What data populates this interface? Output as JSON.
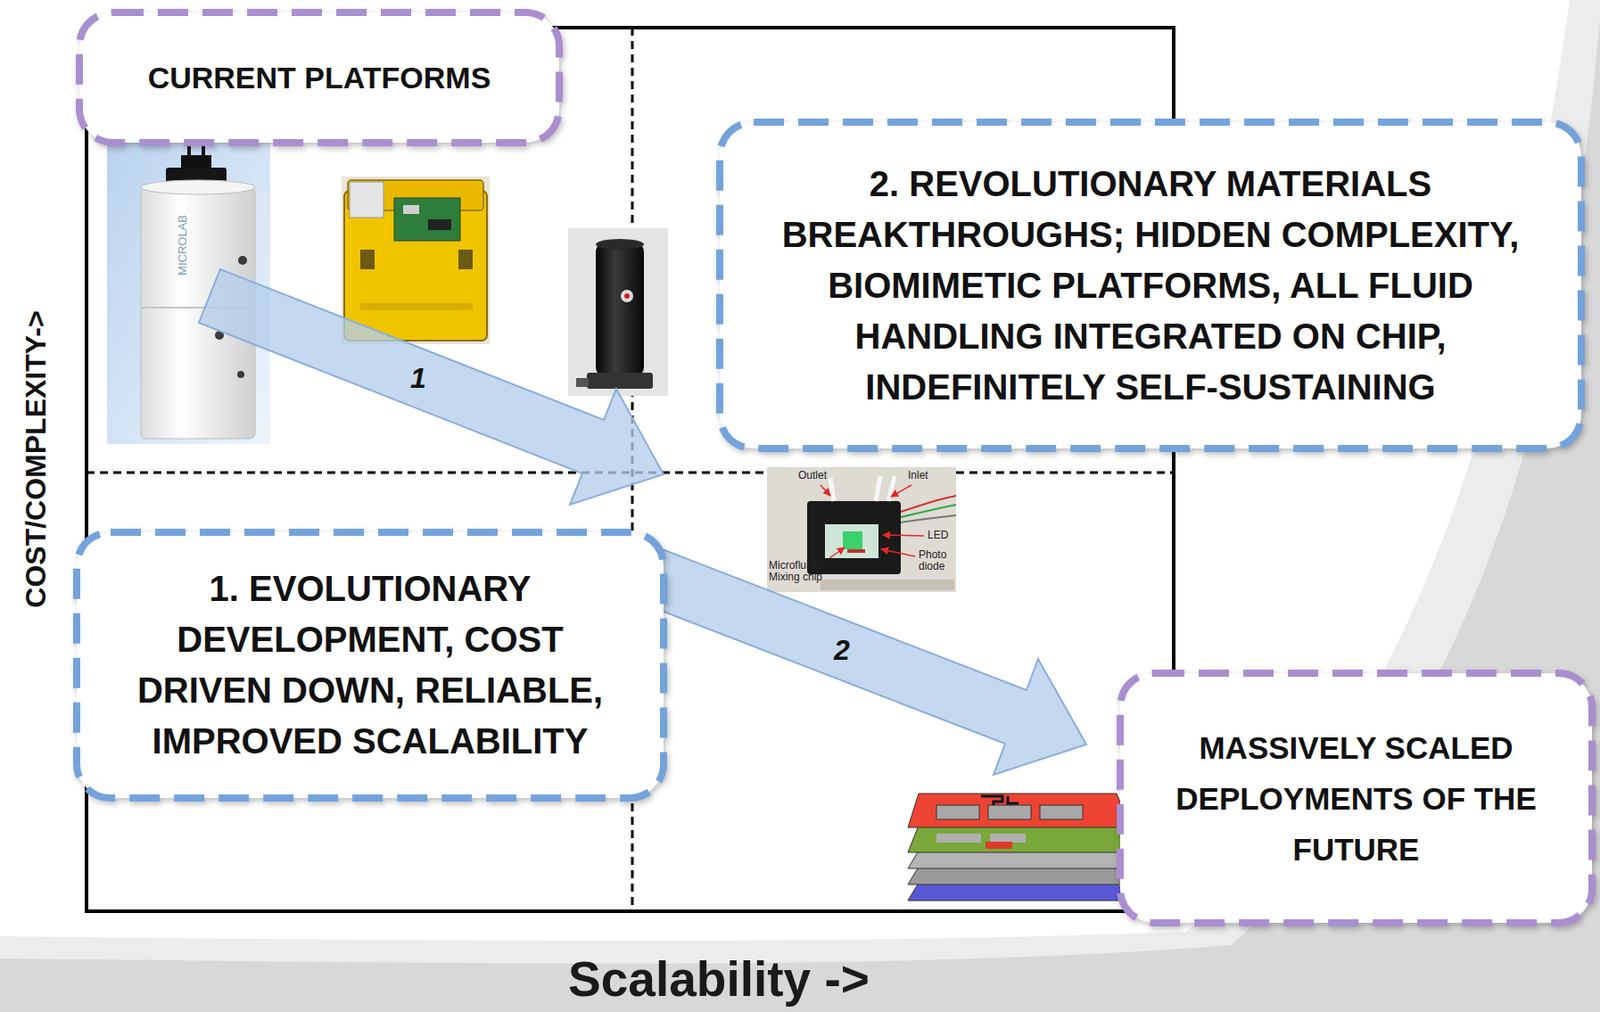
{
  "diagram": {
    "nodes": [
      {
        "text": [
          "CURRENT PLATFORMS"
        ]
      },
      {
        "text": [
          "2. REVOLUTIONARY MATERIALS BREAKTHROUGHS; HIDDEN COMPLEXITY, BIOMIMETIC PLATFORMS, ALL FLUID HANDLING INTEGRATED ON CHIP, INDEFINITELY SELF-SUSTAINING"
        ]
      },
      {
        "text": [
          "1. EVOLUTIONARY DEVELOPMENT, COST DRIVEN DOWN, RELIABLE, IMPROVED SCALABILITY"
        ]
      },
      {
        "text": [
          "MASSIVELY SCALED DEPLOYMENTS OF THE FUTURE"
        ]
      }
    ],
    "labels": [
      "COST/COMPLEXITY->",
      "Scalability ->",
      "MICROLAB",
      "1",
      "2",
      "Outlet",
      "Inlet",
      "LED",
      "Photo diode",
      "Microfluidic Mixing chip"
    ]
  }
}
